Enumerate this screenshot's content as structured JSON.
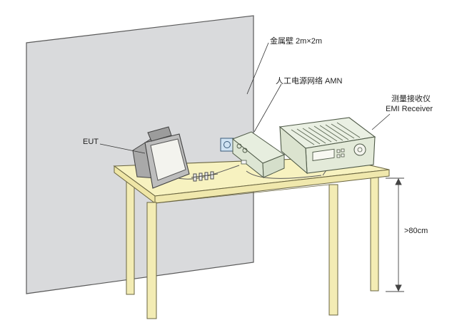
{
  "labels": {
    "metal_wall": "金属壁 2m×2m",
    "amn": "人工电源网络 AMN",
    "receiver_cn": "测量接收仪",
    "receiver_en": "EMI Receiver",
    "eut": "EUT",
    "height": ">80cm"
  },
  "colors": {
    "wall": "#d9dadc",
    "wall_edge": "#5a5a5a",
    "table_top": "#f7f2c0",
    "table_leg": "#f3ecb4",
    "table_edge": "#6a6540",
    "device": "#e7eedf",
    "device_edge": "#4f5a48",
    "eut_body": "#a9a9a9",
    "eut_screen": "#f3f3ee",
    "blue_box": "#cfe2f2",
    "dimension_line": "#444444"
  }
}
